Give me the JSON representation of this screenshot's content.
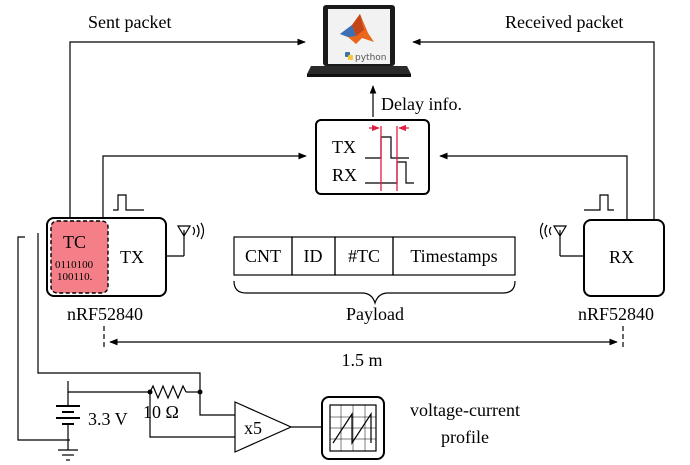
{
  "labels": {
    "sent_packet": "Sent packet",
    "received_packet": "Received packet",
    "delay_info": "Delay info.",
    "tx_sig": "TX",
    "rx_sig": "RX",
    "tc": "TC",
    "bits_line1": "0110100",
    "bits_line2": "100110.",
    "tx_node": "TX",
    "rx_node": "RX",
    "tx_chip": "nRF52840",
    "rx_chip": "nRF52840",
    "distance": "1.5 m",
    "payload": "Payload",
    "voltage": "3.3 V",
    "resistor": "10 Ω",
    "amplifier": "x5",
    "profile_line1": "voltage-current",
    "profile_line2": "profile",
    "python_logo_text": "python"
  },
  "payload_fields": [
    "CNT",
    "ID",
    "#TC",
    "Timestamps"
  ],
  "colors": {
    "highlight": "#f47f88",
    "marker": "#e02040",
    "matlab_orange": "#e8671c",
    "python_blue": "#3b73a8",
    "python_yellow": "#f5c53a"
  },
  "icons": [
    "laptop-icon",
    "matlab-logo-icon",
    "python-logo-icon",
    "antenna-icon",
    "battery-icon",
    "ground-icon",
    "resistor-icon",
    "amplifier-icon",
    "oscilloscope-icon"
  ]
}
